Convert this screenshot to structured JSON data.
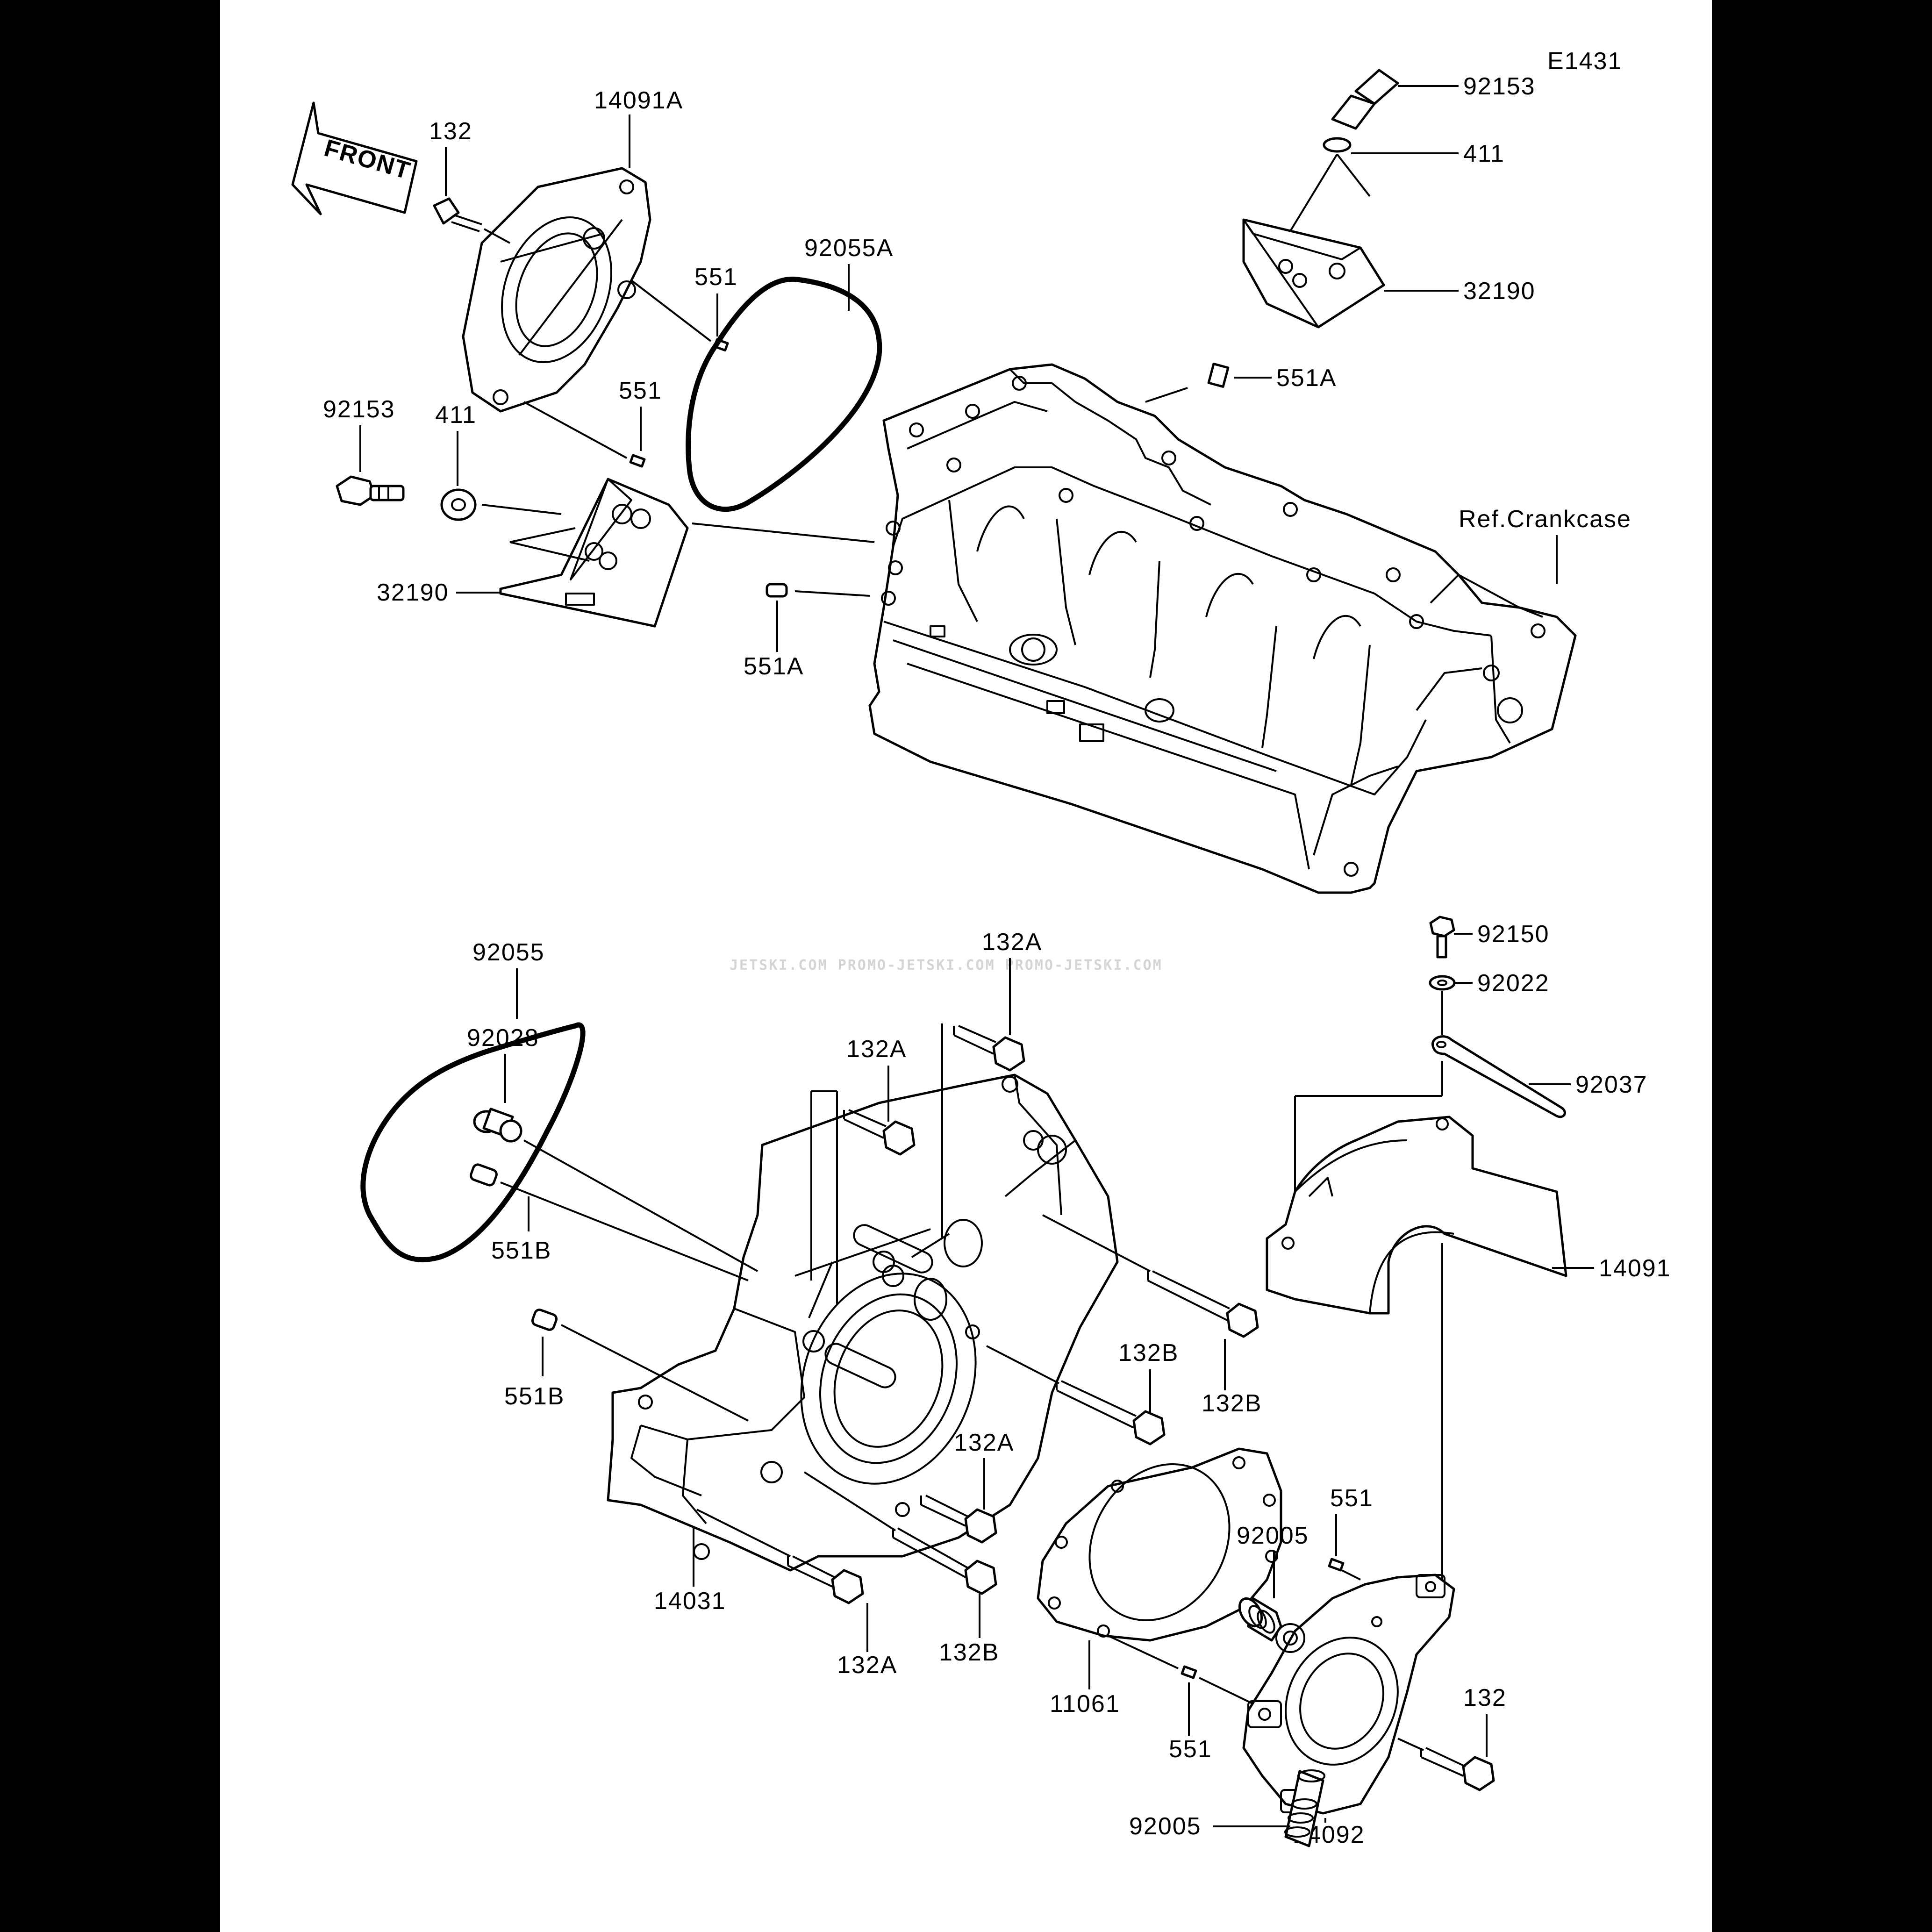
{
  "diagram": {
    "ref_code": "E1431",
    "front_label": "FRONT",
    "crankcase_ref": "Ref.Crankcase",
    "watermark": "JETSKI.COM  PROMO-JETSKI.COM  PROMO-JETSKI.COM",
    "labels": {
      "p92153_top": "92153",
      "p411_top": "411",
      "p32190_top": "32190",
      "p551A_top": "551A",
      "p132_top": "132",
      "p14091A": "14091A",
      "p551_a": "551",
      "p551_b": "551",
      "p92055A": "92055A",
      "p92153_left": "92153",
      "p411_left": "411",
      "p32190_left": "32190",
      "p551A_left": "551A",
      "p92055": "92055",
      "p92150": "92150",
      "p92022": "92022",
      "p92037": "92037",
      "p132A_a": "132A",
      "p92028": "92028",
      "p132A_b": "132A",
      "p551B_a": "551B",
      "p14091": "14091",
      "p551B_b": "551B",
      "p132B_a": "132B",
      "p132B_b": "132B",
      "p132A_c": "132A",
      "p14031": "14031",
      "p132A_d": "132A",
      "p132B_c": "132B",
      "p551_c": "551",
      "p92005_a": "92005",
      "p11061": "11061",
      "p551_d": "551",
      "p132_bottom": "132",
      "p92005_b": "92005",
      "p14092": "14092"
    }
  }
}
